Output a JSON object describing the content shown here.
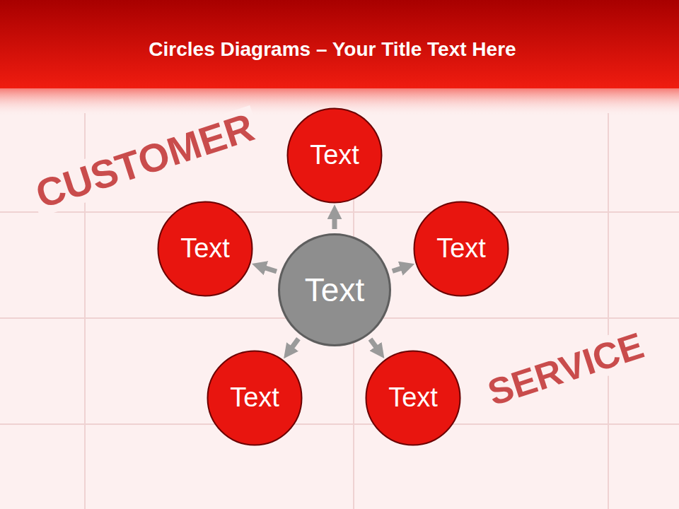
{
  "diagram": {
    "title": "Circles Diagrams – Your Title Text Here",
    "nodes": [
      {
        "text": [
          "Text"
        ]
      },
      {
        "text": [
          "Text"
        ]
      },
      {
        "text": [
          "Text"
        ]
      },
      {
        "text": [
          "Text"
        ]
      },
      {
        "text": [
          "Text"
        ]
      },
      {
        "text": [
          "Text"
        ]
      }
    ],
    "edges": [
      {
        "from": 0,
        "to": 1,
        "arrow": "to"
      },
      {
        "from": 0,
        "to": 2,
        "arrow": "to"
      },
      {
        "from": 0,
        "to": 3,
        "arrow": "to"
      },
      {
        "from": 0,
        "to": 4,
        "arrow": "to"
      },
      {
        "from": 0,
        "to": 5,
        "arrow": "to"
      }
    ],
    "labels": [
      "CUSTOMER",
      "SERVICE"
    ]
  }
}
